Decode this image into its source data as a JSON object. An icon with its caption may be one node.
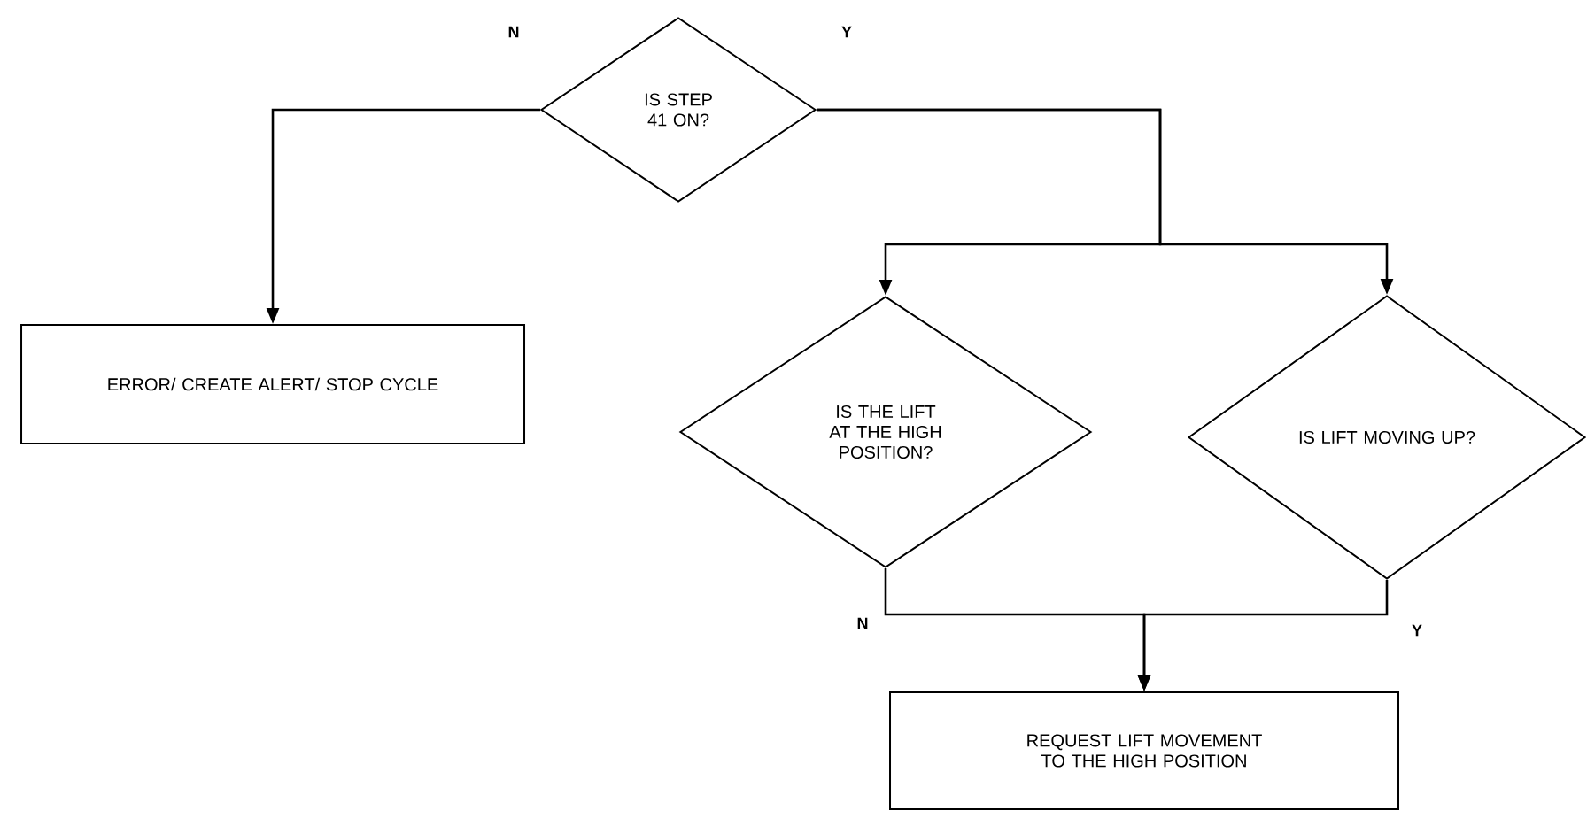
{
  "diagram": {
    "nodes": [
      {
        "text": [
          "IS STEP 41 ON?"
        ]
      },
      {
        "text": [
          "ERROR/ CREATE ALERT/ STOP CYCLE"
        ]
      },
      {
        "text": [
          "IS THE LIFT AT THE HIGH POSITION?"
        ]
      },
      {
        "text": [
          "IS LIFT MOVING UP?"
        ]
      },
      {
        "text": [
          "REQUEST LIFT MOVEMENT TO THE HIGH POSITION"
        ]
      }
    ],
    "edges": [
      {
        "from": 0,
        "to": 1,
        "arrow": "to",
        "label": "N"
      },
      {
        "from": 0,
        "to": 2,
        "arrow": "to",
        "label": "Y"
      },
      {
        "from": 0,
        "to": 3,
        "arrow": "to"
      },
      {
        "from": 2,
        "to": 4,
        "arrow": "to",
        "label": "N"
      },
      {
        "from": 3,
        "to": 4,
        "arrow": "to",
        "label": "Y"
      }
    ]
  }
}
